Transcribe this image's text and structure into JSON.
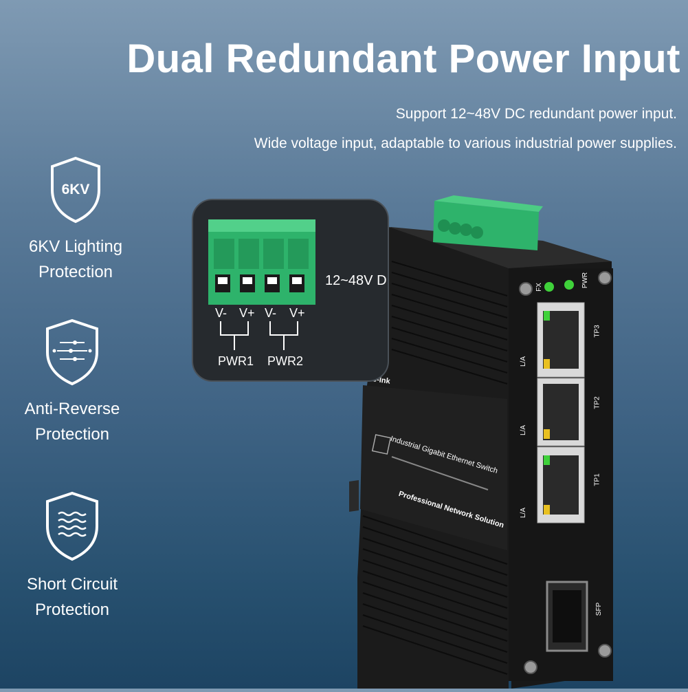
{
  "header": {
    "title": "Dual Redundant Power Input",
    "subtitle_1": "Support 12~48V DC redundant power input.",
    "subtitle_2": "Wide voltage input, adaptable to various industrial power supplies."
  },
  "features": [
    {
      "badge": "6KV",
      "icon": "shield-6kv-icon",
      "line1": "6KV Lighting",
      "line2": "Protection"
    },
    {
      "icon": "shield-sliders-icon",
      "line1": "Anti-Reverse",
      "line2": "Protection"
    },
    {
      "icon": "shield-waves-icon",
      "line1": "Short Circuit",
      "line2": "Protection"
    }
  ],
  "callout": {
    "voltage_text": "12~48V D",
    "pins": [
      "V-",
      "V+",
      "V-",
      "V+"
    ],
    "groups": [
      "PWR1",
      "PWR2"
    ]
  },
  "device": {
    "brand": "e-Ink",
    "product_line": "Industrial Gigabit Ethernet Switch",
    "tagline": "Professional Network Solution",
    "led_labels": [
      "FX",
      "PWR"
    ],
    "ports": [
      "TP3",
      "TP2",
      "TP1"
    ],
    "port_side_label": "L/A",
    "sfp_label": "SFP"
  },
  "colors": {
    "terminal_green": "#2eb36b",
    "device_black": "#1a1a1a",
    "led_green": "#3fd13a",
    "led_amber": "#e8c020"
  }
}
